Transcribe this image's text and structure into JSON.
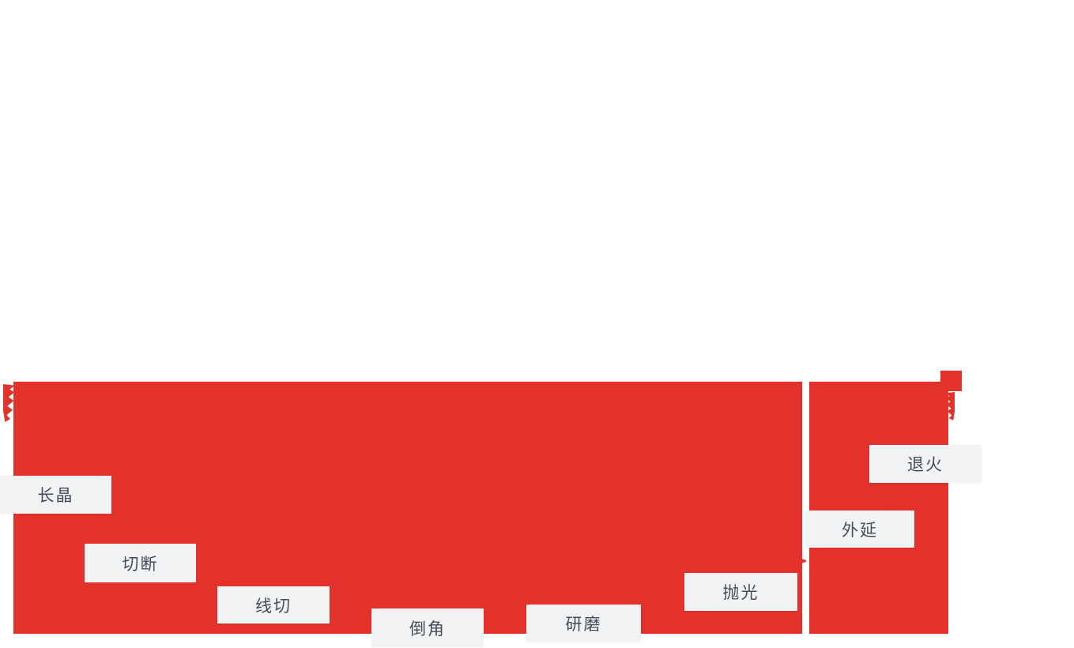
{
  "diagram": {
    "description_label": "wafer-process-flow",
    "steps": [
      {
        "label": "长晶"
      },
      {
        "label": "切断"
      },
      {
        "label": "线切"
      },
      {
        "label": "倒角"
      },
      {
        "label": "研磨"
      },
      {
        "label": "抛光"
      },
      {
        "label": "外延"
      },
      {
        "label": "退火"
      }
    ]
  },
  "colors": {
    "red": "#e3312c",
    "label_bg": "#f2f3f5",
    "label_text": "#454c59",
    "background": "#ffffff"
  }
}
